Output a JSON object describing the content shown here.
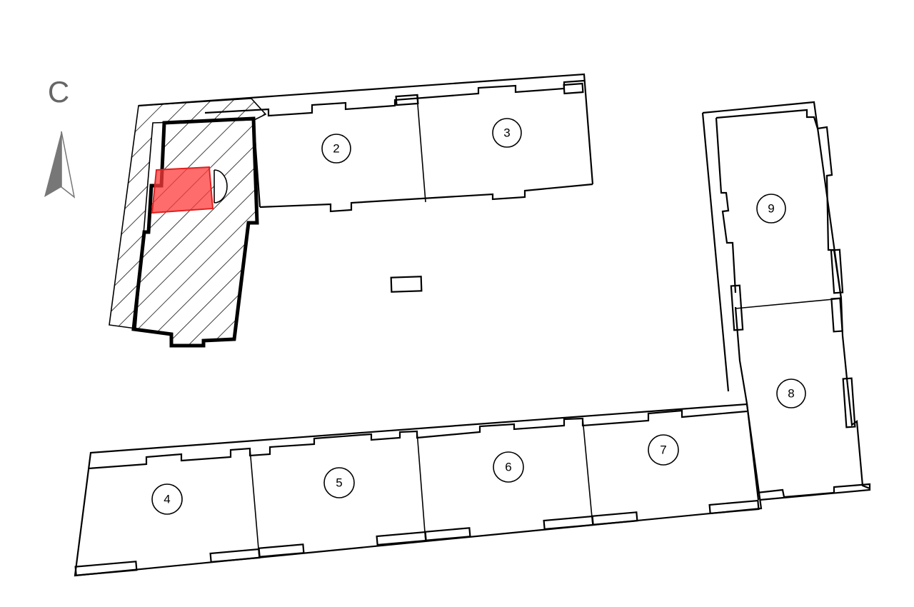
{
  "compass": {
    "letter": "С",
    "icon": "north-arrow-icon"
  },
  "units": [
    {
      "id": "2",
      "label": "2",
      "selected": false
    },
    {
      "id": "3",
      "label": "3",
      "selected": false
    },
    {
      "id": "4",
      "label": "4",
      "selected": false
    },
    {
      "id": "5",
      "label": "5",
      "selected": false
    },
    {
      "id": "6",
      "label": "6",
      "selected": false
    },
    {
      "id": "7",
      "label": "7",
      "selected": false
    },
    {
      "id": "8",
      "label": "8",
      "selected": false
    },
    {
      "id": "9",
      "label": "9",
      "selected": false
    }
  ],
  "highlight": {
    "color": "#ff3b3b",
    "opacity": 0.75,
    "building": "hatched-section"
  },
  "colors": {
    "line": "#000000",
    "compass": "#666666",
    "highlight": "#ff3b3b"
  }
}
